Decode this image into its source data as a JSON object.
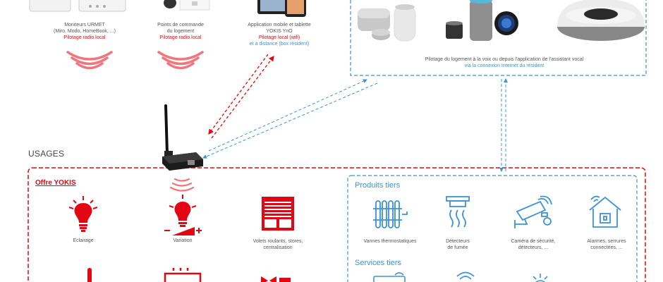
{
  "top": {
    "urmet": {
      "title": "Moniteurs URMET",
      "subtitle": "(Miro, Modo, HomeBook, ...)",
      "mode": "Pilotage radio local"
    },
    "points": {
      "title": "Points de commande",
      "subtitle": "du logement",
      "mode": "Pilotage radio local"
    },
    "app": {
      "title": "Application mobile et tablette",
      "subtitle": "YOKIS YnO",
      "mode": "Pilotage local (wifi)",
      "remote": "et à distance (box résident)"
    },
    "voice": {
      "line1": "Pilotage du logement à la voix ou depuis l'application de l'assistant vocal",
      "line2": "via la connexion Internet du résident"
    }
  },
  "usages_label": "USAGES",
  "offre": {
    "title": "Offre YOKIS",
    "items": [
      {
        "icon": "bulb-icon",
        "label": "Eclairage"
      },
      {
        "icon": "dimmer-bulb-icon",
        "label": "Variation"
      },
      {
        "icon": "shutter-icon",
        "label1": "Volets roulants, stores,",
        "label2": "centralisation"
      }
    ]
  },
  "produits": {
    "title": "Produits tiers",
    "items": [
      {
        "icon": "radiator-icon",
        "label1": "Vannes thermostatiques",
        "label2": ""
      },
      {
        "icon": "smoke-detector-icon",
        "label1": "Détecteurs",
        "label2": "de fumée"
      },
      {
        "icon": "security-camera-icon",
        "label1": "Caméra de sécurité,",
        "label2": "détecteurs, ..."
      },
      {
        "icon": "smart-home-icon",
        "label1": "Alarmes, serrures",
        "label2": "connectées, ..."
      }
    ]
  },
  "services": {
    "title": "Services tiers"
  },
  "colors": {
    "red": "#e30613",
    "blue": "#3d93d4",
    "gray": "#555555"
  }
}
